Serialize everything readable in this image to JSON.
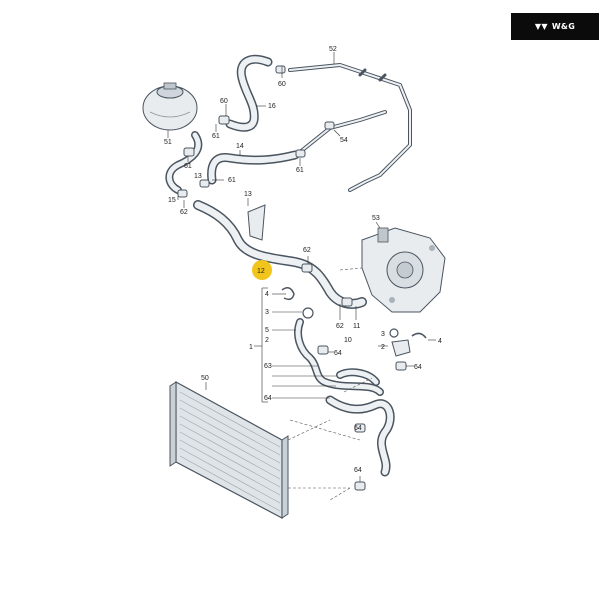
{
  "brand": {
    "text": "W&G"
  },
  "callouts": {
    "c52": "52",
    "c60a": "60",
    "c60b": "60",
    "c16": "16",
    "c51": "51",
    "c61a": "61",
    "c61b": "61",
    "c61c": "61",
    "c61d": "61",
    "c14": "14",
    "c54": "54",
    "c13a": "13",
    "c13b": "13",
    "c15": "15",
    "c62a": "62",
    "c62b": "62",
    "c62c": "62",
    "c53": "53",
    "c12": "12",
    "c4a": "4",
    "c4b": "4",
    "c3a": "3",
    "c3b": "3",
    "c5": "5",
    "c2a": "2",
    "c2b": "2",
    "c1": "1",
    "c63": "63",
    "c64a": "64",
    "c64b": "64",
    "c64c": "64",
    "c64d": "64",
    "c64e": "64",
    "c11": "11",
    "c10": "10",
    "c50": "50"
  },
  "colors": {
    "highlight": "#f2c51c",
    "hose": "#4a5560",
    "logo_bg": "#0b0b0b"
  }
}
